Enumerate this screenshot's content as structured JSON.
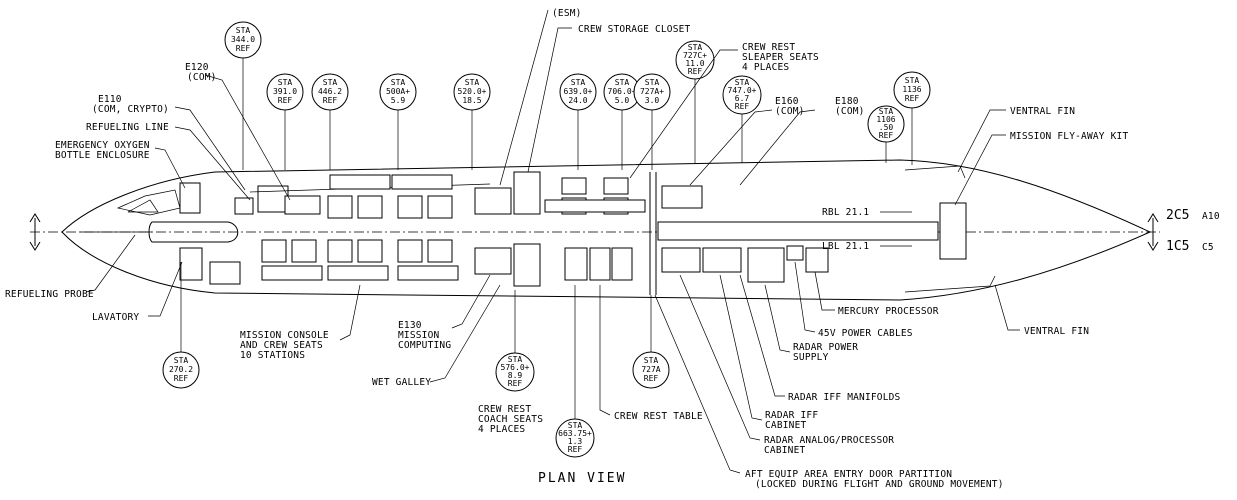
{
  "labels": {
    "esm": "(ESM)",
    "crew_storage": "CREW STORAGE CLOSET",
    "crew_rest_sleeper": [
      "CREW REST",
      "SLEAPER SEATS",
      "4 PLACES"
    ],
    "e120": [
      "E120",
      "(COM)"
    ],
    "e110": [
      "E110",
      "(COM, CRYPTO)"
    ],
    "refueling_line": "REFUELING LINE",
    "emergency_oxygen": [
      "EMERGENCY OXYGEN",
      "BOTTLE ENCLOSURE"
    ],
    "e160": [
      "E160",
      "(COM)"
    ],
    "e180": [
      "E180",
      "(COM)"
    ],
    "ventral_fin_top": "VENTRAL FIN",
    "mission_kit": "MISSION FLY-AWAY KIT",
    "rbl": "RBL 21.1",
    "lbl": "LBL 21.1",
    "refueling_probe": "REFUELING PROBE",
    "lavatory": "LAVATORY",
    "mission_console": [
      "MISSION CONSOLE",
      "AND CREW SEATS",
      "10 STATIONS"
    ],
    "e130": [
      "E130",
      "MISSION",
      "COMPUTING"
    ],
    "wet_galley": "WET GALLEY",
    "crew_rest_coach": [
      "CREW REST",
      "COACH SEATS",
      "4 PLACES"
    ],
    "crew_rest_table": "CREW REST TABLE",
    "mercury": "MERCURY PROCESSOR",
    "power_cables": "45V POWER CABLES",
    "radar_power": [
      "RADAR POWER",
      "SUPPLY"
    ],
    "ventral_fin_bottom": "VENTRAL FIN",
    "radar_iff_manifolds": "RADAR IFF MANIFOLDS",
    "radar_iff_cabinet": [
      "RADAR IFF",
      "CABINET"
    ],
    "radar_analog": [
      "RADAR ANALOG/PROCESSOR",
      "CABINET"
    ],
    "aft_door": [
      "AFT EQUIP AREA ENTRY DOOR PARTITION",
      "(LOCKED DURING FLIGHT AND GROUND MOVEMENT)"
    ],
    "plan_view": "PLAN VIEW",
    "ref_2c5": "2C5",
    "ref_2c5_sub": "A10",
    "ref_1c5": "1C5",
    "ref_1c5_sub": "C5"
  },
  "stations": {
    "s344": [
      "STA",
      "344.0",
      "REF"
    ],
    "s391": [
      "STA",
      "391.0",
      "REF"
    ],
    "s446": [
      "STA",
      "446.2",
      "REF"
    ],
    "s500": [
      "STA",
      "500A+",
      "5.9"
    ],
    "s520": [
      "STA",
      "520.0+",
      "18.5"
    ],
    "s639": [
      "STA",
      "639.0+",
      "24.0"
    ],
    "s706": [
      "STA",
      "706.0+",
      "5.0"
    ],
    "s727a_top": [
      "STA",
      "727A+",
      "3.0"
    ],
    "s727c": [
      "STA",
      "727C+",
      "11.0",
      "REF"
    ],
    "s747": [
      "STA",
      "747.0+",
      "6.7",
      "REF"
    ],
    "s1106": [
      "STA",
      "1106",
      ".50",
      "REF"
    ],
    "s1136": [
      "STA",
      "1136",
      "REF"
    ],
    "s270": [
      "STA",
      "270.2",
      "REF"
    ],
    "s576": [
      "STA",
      "576.0+",
      "8.9",
      "REF"
    ],
    "s727a_bottom": [
      "STA",
      "727A",
      "REF"
    ],
    "s663": [
      "STA",
      "663.75+",
      "1.3",
      "REF"
    ]
  }
}
